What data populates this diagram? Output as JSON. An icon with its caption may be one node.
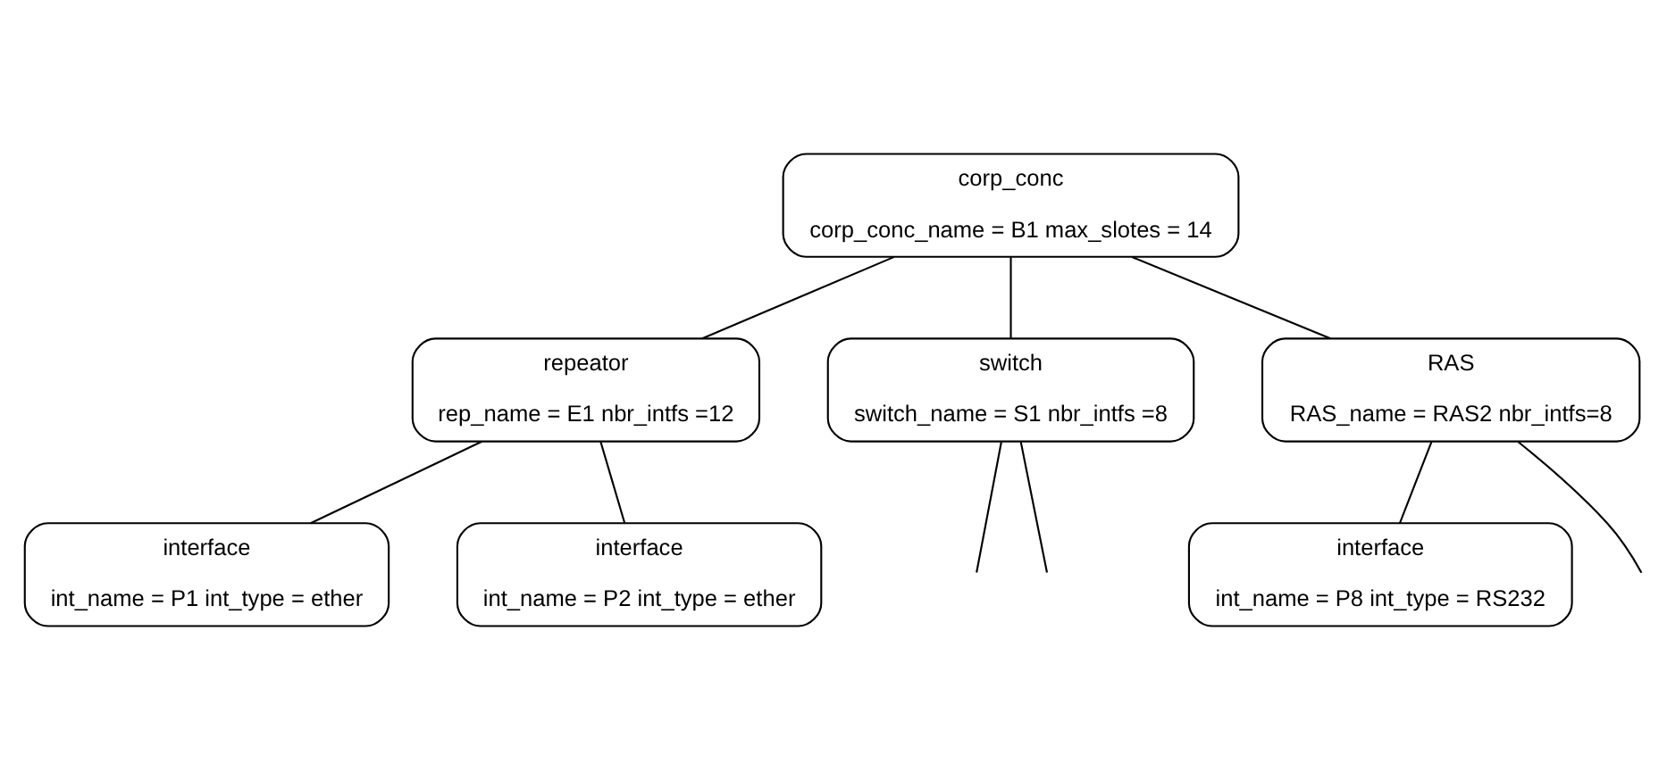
{
  "diagram": {
    "nodes": [
      {
        "text": [
          "corp_conc",
          "corp_conc_name = B1 max_slotes = 14"
        ]
      },
      {
        "text": [
          "repeator",
          "rep_name = E1 nbr_intfs =12"
        ]
      },
      {
        "text": [
          "switch",
          "switch_name = S1 nbr_intfs =8"
        ]
      },
      {
        "text": [
          "RAS",
          "RAS_name = RAS2 nbr_intfs=8"
        ]
      },
      {
        "text": [
          "interface",
          "int_name = P1 int_type = ether"
        ]
      },
      {
        "text": [
          "interface",
          "int_name = P2 int_type = ether"
        ]
      },
      {
        "text": [
          "interface",
          "int_name = P8 int_type = RS232"
        ]
      }
    ],
    "edges": [
      {
        "from": 0,
        "to": 1,
        "arrow": "none"
      },
      {
        "from": 0,
        "to": 2,
        "arrow": "none"
      },
      {
        "from": 0,
        "to": 3,
        "arrow": "none"
      },
      {
        "from": 1,
        "to": 4,
        "arrow": "none"
      },
      {
        "from": 1,
        "to": 5,
        "arrow": "none"
      },
      {
        "from": 2,
        "to": null,
        "arrow": "none"
      },
      {
        "from": 2,
        "to": null,
        "arrow": "none"
      },
      {
        "from": 3,
        "to": null,
        "arrow": "none"
      },
      {
        "from": 3,
        "to": 6,
        "arrow": "none"
      }
    ]
  }
}
